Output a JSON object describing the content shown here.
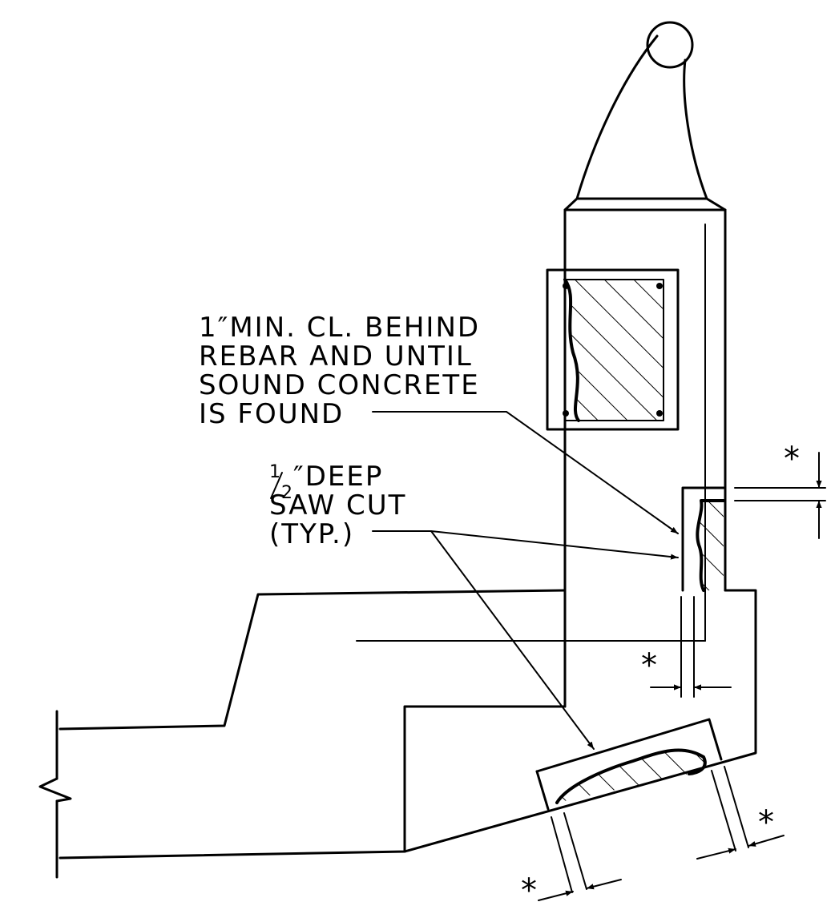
{
  "note_repair": {
    "line1": "1″MIN. CL. BEHIND",
    "line2": "REBAR AND UNTIL",
    "line3": "SOUND CONCRETE",
    "line4": "IS FOUND"
  },
  "note_sawcut": {
    "frac_num": "1",
    "frac_den": "2",
    "line1_rest": "″DEEP",
    "line2": "SAW CUT",
    "line3": "(TYP.)"
  },
  "dim_symbol": "*"
}
